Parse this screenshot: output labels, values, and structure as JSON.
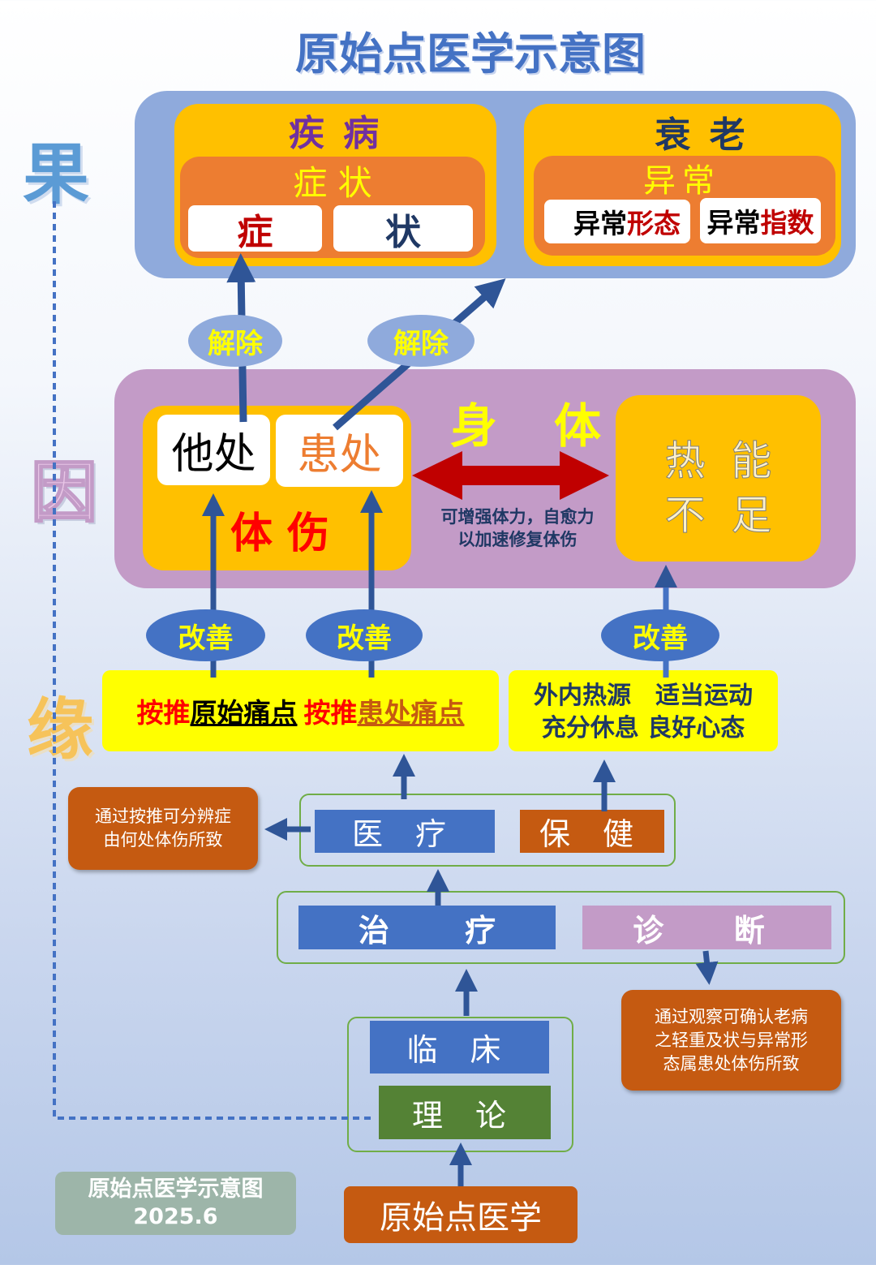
{
  "title": "原始点医学示意图",
  "side_labels": {
    "result": "果",
    "cause": "因",
    "condition": "缘"
  },
  "top": {
    "disease": {
      "title": "疾 病",
      "sub": "症 状",
      "box1": "症",
      "box2": "状"
    },
    "aging": {
      "title": "衰 老",
      "sub_top": "异",
      "sub_hidden": "常",
      "box1_black": "异常",
      "box1_red": "形态",
      "box2_black": "异常",
      "box2_red": "指数"
    }
  },
  "relief": [
    "解除",
    "解除"
  ],
  "middle": {
    "injury": {
      "other": "他处",
      "affected": "患处",
      "label": "体 伤"
    },
    "body_label": [
      "身",
      "体"
    ],
    "arrow_note": [
      "可增强体力，自愈力",
      "以加速修复体伤"
    ],
    "heat": [
      "热  能",
      "不  足"
    ]
  },
  "improve": [
    "改善",
    "改善",
    "改善"
  ],
  "methods": {
    "left": [
      {
        "text": "按推",
        "style": "red"
      },
      {
        "text": "原始痛点",
        "style": "black-u"
      },
      {
        "text": "按推",
        "style": "red"
      },
      {
        "text": "患处痛点",
        "style": "orange-u"
      }
    ],
    "right": [
      "外内热源　适当运动",
      "充分休息 良好心态"
    ]
  },
  "medical": "医 疗",
  "health": "保 健",
  "note_left": [
    "通过按推可分辨症",
    "由何处体伤所致"
  ],
  "treatment": "治 疗",
  "diagnosis": "诊  断",
  "note_right": [
    "通过观察可确认老病",
    "之轻重及状与异常形",
    "态属患处体伤所致"
  ],
  "clinical": "临 床",
  "theory": "理 论",
  "badge": {
    "title": "原始点医学示意图",
    "date": "2025.6"
  },
  "root": "原始点医学",
  "colors": {
    "blue": "#4472C4",
    "yellow": "#FFC000",
    "orange": "#ED7D31",
    "purple": "#C39BC7",
    "arrow": "#2F5597",
    "red": "#C00000"
  }
}
